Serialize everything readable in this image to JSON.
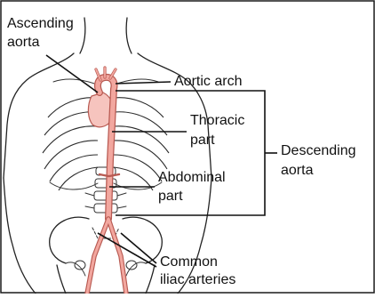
{
  "labels": {
    "ascending_aorta": [
      "Ascending",
      "aorta"
    ],
    "aortic_arch": "Aortic arch",
    "thoracic_part": [
      "Thoracic",
      "part"
    ],
    "descending_aorta": [
      "Descending",
      "aorta"
    ],
    "abdominal_part": [
      "Abdominal",
      "part"
    ],
    "common_iliac_arteries": [
      "Common",
      "iliac arteries"
    ]
  },
  "colors": {
    "aorta_fill": "#f2a79f",
    "aorta_stroke": "#b85a52",
    "outline": "#222222",
    "frame": "#1a1a1a",
    "text": "#111111"
  }
}
